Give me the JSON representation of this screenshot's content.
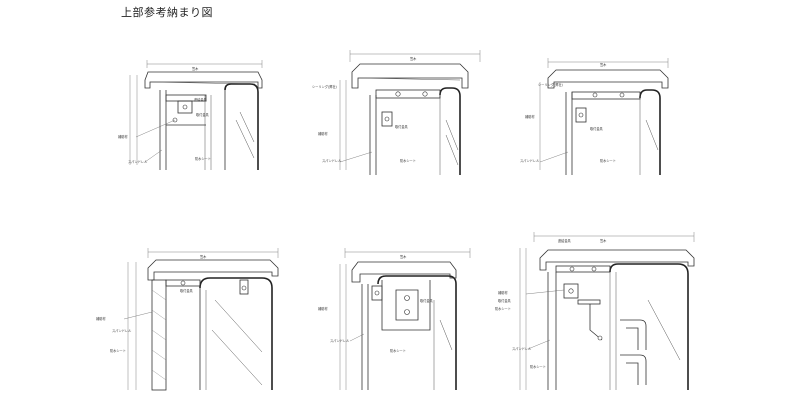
{
  "title": "上部参考納まり図",
  "diagrams": [
    {
      "name": "detail-1"
    },
    {
      "name": "detail-2"
    },
    {
      "name": "detail-3"
    },
    {
      "name": "detail-4"
    },
    {
      "name": "detail-5"
    },
    {
      "name": "detail-6"
    }
  ]
}
